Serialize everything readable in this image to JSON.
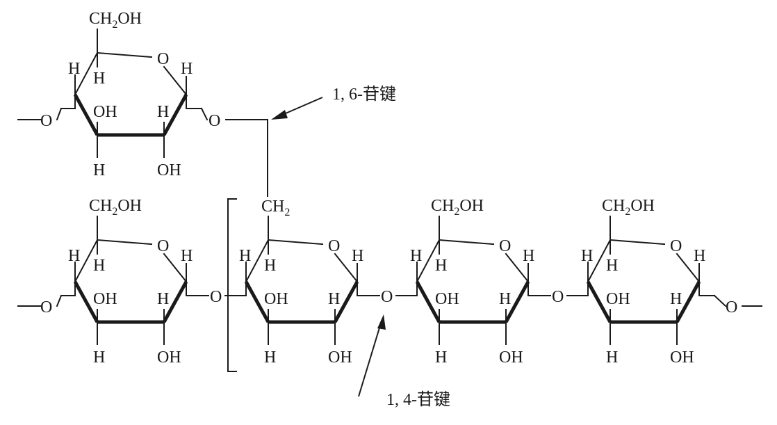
{
  "atoms": {
    "oxygen": "O",
    "hydrogen": "H",
    "hydroxyl": "OH",
    "ch2_main": "CH",
    "ch2_sub": "2",
    "ch2oh_main": "CH",
    "ch2oh_sub": "2",
    "ch2oh_tail": "OH",
    "bridge_ch2_main": "CH",
    "bridge_ch2_sub": "2"
  },
  "labels": {
    "glycosidic_16": "1, 6-苷键",
    "glycosidic_14": "1, 4-苷键"
  }
}
